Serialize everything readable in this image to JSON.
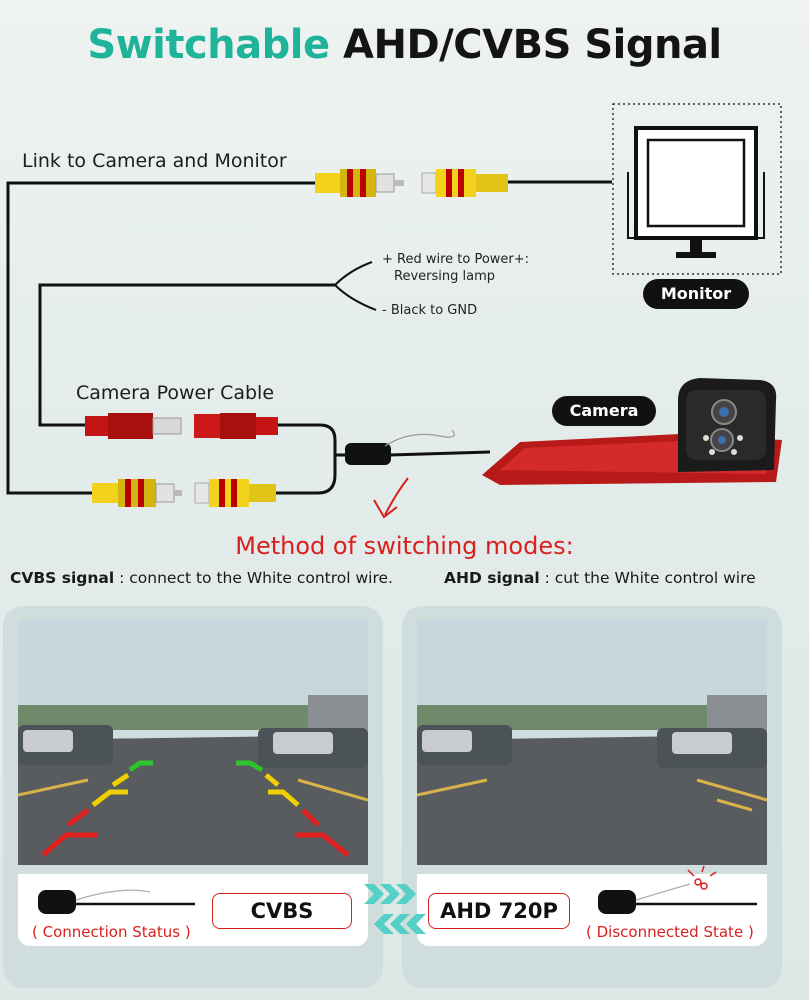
{
  "title": {
    "part1": "Switchable",
    "part2": "AHD/CVBS Signal"
  },
  "labels": {
    "link": "Link to Camera and Monitor",
    "red_wire": "+ Red wire to Power+:",
    "red_wire_sub": "Reversing lamp",
    "black_wire": "- Black to GND",
    "power_cable": "Camera Power Cable",
    "monitor": "Monitor",
    "camera": "Camera"
  },
  "method": {
    "heading": "Method of switching modes:",
    "cvbs_key": "CVBS signal",
    "cvbs_text": " : connect to the White control wire.",
    "ahd_key": "AHD signal",
    "ahd_text": " : cut the White control wire"
  },
  "panels": {
    "left_mode": "CVBS",
    "left_status": "( Connection Status )",
    "right_mode": "AHD 720P",
    "right_status": "( Disconnected State )"
  },
  "colors": {
    "accent": "#1fb39a",
    "red": "#d8201e",
    "connector_yellow": "#f2d21a"
  },
  "icons": [
    "monitor-icon",
    "camera-icon",
    "rca-connector-icon",
    "power-connector-icon",
    "arrow-icon",
    "scissors-icon"
  ]
}
